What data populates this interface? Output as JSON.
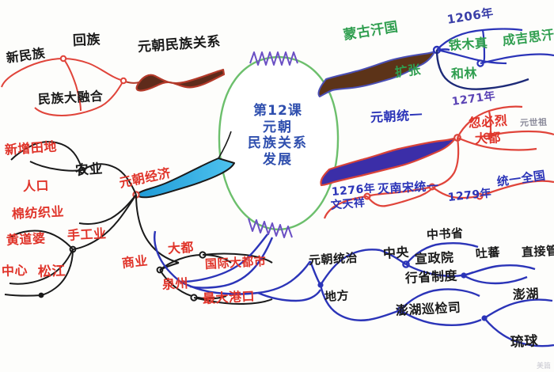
{
  "doc": {
    "type": "hand-drawn-mindmap",
    "title_lines": [
      "第12课",
      "元朝",
      "民族关系",
      "发展"
    ],
    "watermark": "美篇"
  },
  "branches": {
    "ethnic": {
      "label": "元朝民族关系",
      "color": "#6b2f1f",
      "nodes": [
        {
          "text": "新民族",
          "color": "black"
        },
        {
          "text": "回族",
          "color": "black"
        },
        {
          "text": "民族大融合",
          "color": "black"
        }
      ]
    },
    "mongol": {
      "label": "蒙古汗国",
      "color": "#5c3318",
      "nodes": [
        {
          "text": "扩张",
          "color": "green"
        },
        {
          "text": "1206年",
          "color": "green"
        },
        {
          "text": "铁木真",
          "color": "green"
        },
        {
          "text": "成吉思汗",
          "color": "green"
        },
        {
          "text": "和林",
          "color": "green"
        }
      ]
    },
    "unify": {
      "label": "元朝统一",
      "color": "#3b2ea8",
      "nodes": [
        {
          "text": "1271年",
          "color": "red"
        },
        {
          "text": "忽必烈",
          "color": "red"
        },
        {
          "text": "元世祖",
          "color": "grey"
        },
        {
          "text": "大都",
          "color": "red"
        },
        {
          "text": "1276年",
          "color": "blue"
        },
        {
          "text": "灭南宋统一",
          "color": "blue"
        },
        {
          "text": "文天祥",
          "color": "blue"
        },
        {
          "text": "1279年",
          "color": "blue"
        },
        {
          "text": "统一全国",
          "color": "blue"
        }
      ]
    },
    "economy": {
      "label": "元朝经济",
      "color": "#1f9ad6",
      "nodes": [
        {
          "text": "农业",
          "color": "black"
        },
        {
          "text": "新增田地",
          "color": "red"
        },
        {
          "text": "人口",
          "color": "red"
        },
        {
          "text": "手工业",
          "color": "red"
        },
        {
          "text": "棉纺织业",
          "color": "red"
        },
        {
          "text": "黄道婆",
          "color": "red"
        },
        {
          "text": "中心",
          "color": "red"
        },
        {
          "text": "松江",
          "color": "red"
        },
        {
          "text": "商业",
          "color": "red"
        },
        {
          "text": "大都",
          "color": "red"
        },
        {
          "text": "国际大都市",
          "color": "red"
        },
        {
          "text": "泉州",
          "color": "red"
        },
        {
          "text": "最大港口",
          "color": "red"
        }
      ]
    },
    "rule": {
      "label": "元朝统治",
      "color": "#2b34b8",
      "nodes": [
        {
          "text": "中央",
          "color": "black"
        },
        {
          "text": "中书省",
          "color": "black"
        },
        {
          "text": "宣政院",
          "color": "black"
        },
        {
          "text": "吐蕃",
          "color": "black"
        },
        {
          "text": "直接管辖",
          "color": "black"
        },
        {
          "text": "地方",
          "color": "black"
        },
        {
          "text": "行省制度",
          "color": "black"
        },
        {
          "text": "澎湖巡检司",
          "color": "black"
        },
        {
          "text": "澎湖",
          "color": "black"
        },
        {
          "text": "琉球",
          "color": "black"
        }
      ]
    }
  },
  "labels": {
    "ethnic_title": "元朝民族关系",
    "mongol_title": "蒙古汗国",
    "unify_title": "元朝统一",
    "economy_title": "元朝经济",
    "rule_title": "元朝统治",
    "new_nation": "新民族",
    "hui": "回族",
    "fusion": "民族大融合",
    "expand": "扩张",
    "y1206": "1206年",
    "temujin": "铁木真",
    "genghis": "成吉思汗",
    "helin": "和林",
    "y1271": "1271年",
    "kublai": "忽必烈",
    "shizu": "元世祖",
    "dadu": "大都",
    "y1276": "1276年",
    "destroy_song": "灭南宋统一",
    "wentianxiang": "文天祥",
    "y1279": "1279年",
    "unify_country": "统一全国",
    "agriculture": "农业",
    "newfields": "新增田地",
    "population": "人口",
    "handicraft": "手工业",
    "cotton": "棉纺织业",
    "huangdaopo": "黄道婆",
    "center": "中心",
    "songjiang": "松江",
    "commerce": "商业",
    "dadu2": "大都",
    "intl_city": "国际大都市",
    "quanzhou": "泉州",
    "biggest_port": "最大港口",
    "central": "中央",
    "zhongshu": "中书省",
    "xuanzheng": "宣政院",
    "tubo": "吐蕃",
    "direct": "直接管辖",
    "local": "地方",
    "province": "行省制度",
    "penghu_office": "澎湖巡检司",
    "penghu": "澎湖",
    "liuqiu": "琉球"
  },
  "colors": {
    "red": "#e0342a",
    "black": "#1a1a1a",
    "blue": "#2b34b8",
    "green": "#2f9e4f",
    "brown": "#6b2f1f",
    "cyan": "#1f9ad6",
    "purple": "#5b44b5",
    "centergreen": "#6cbf6c"
  }
}
